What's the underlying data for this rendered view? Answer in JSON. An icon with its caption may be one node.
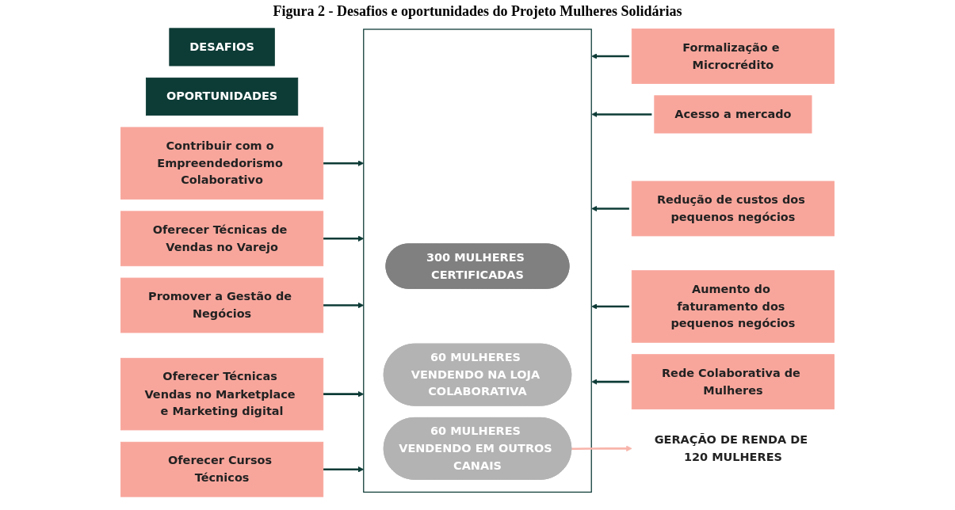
{
  "diagram": {
    "title": "Figura 2 - Desafios e oportunidades do Projeto Mulheres Solidárias",
    "nodes": [
      {
        "text": [
          "DESAFIOS"
        ]
      },
      {
        "text": [
          "OPORTUNIDADES"
        ]
      },
      {
        "text": [],
        "shape": "funnel"
      },
      {
        "text": [
          "300 MULHERES CERTIFICADAS"
        ],
        "in": 2
      },
      {
        "text": [
          "60 MULHERES VENDENDO NA LOJA COLABORATIVA"
        ],
        "in": 2
      },
      {
        "text": [
          "60 MULHERES VENDENDO EM OUTROS CANAIS"
        ],
        "in": 2
      },
      {
        "text": [
          "Contribuir com o Empreendedorismo Colaborativo"
        ]
      },
      {
        "text": [
          "Oferecer Técnicas de Vendas no Varejo"
        ]
      },
      {
        "text": [
          "Promover a Gestão de Negócios"
        ]
      },
      {
        "text": [
          "Oferecer Técnicas Vendas no Marketplace e Marketing digital"
        ]
      },
      {
        "text": [
          "Oferecer Cursos Técnicos"
        ]
      },
      {
        "text": [
          "Formalização e Microcrédito"
        ]
      },
      {
        "text": [
          "Acesso a mercado"
        ]
      },
      {
        "text": [
          "Redução de custos dos pequenos negócios"
        ]
      },
      {
        "text": [
          "Aumento do faturamento dos pequenos negócios"
        ]
      },
      {
        "text": [
          "Rede Colaborativa de Mulheres"
        ]
      },
      {
        "text": [
          "GERAÇÃO DE RENDA DE 120 MULHERES"
        ]
      }
    ],
    "edges": [
      {
        "from": 6,
        "to": 2,
        "arrow": "to"
      },
      {
        "from": 7,
        "to": 2,
        "arrow": "to"
      },
      {
        "from": 8,
        "to": 2,
        "arrow": "to"
      },
      {
        "from": 9,
        "to": 2,
        "arrow": "to"
      },
      {
        "from": 10,
        "to": 2,
        "arrow": "to"
      },
      {
        "from": 11,
        "to": 2,
        "arrow": "to"
      },
      {
        "from": 12,
        "to": 2,
        "arrow": "to"
      },
      {
        "from": 13,
        "to": 2,
        "arrow": "to"
      },
      {
        "from": 14,
        "to": 2,
        "arrow": "to"
      },
      {
        "from": 15,
        "to": 2,
        "arrow": "to"
      },
      {
        "from": 5,
        "to": 16,
        "arrow": "to",
        "color": "#f8b4aa"
      }
    ]
  }
}
